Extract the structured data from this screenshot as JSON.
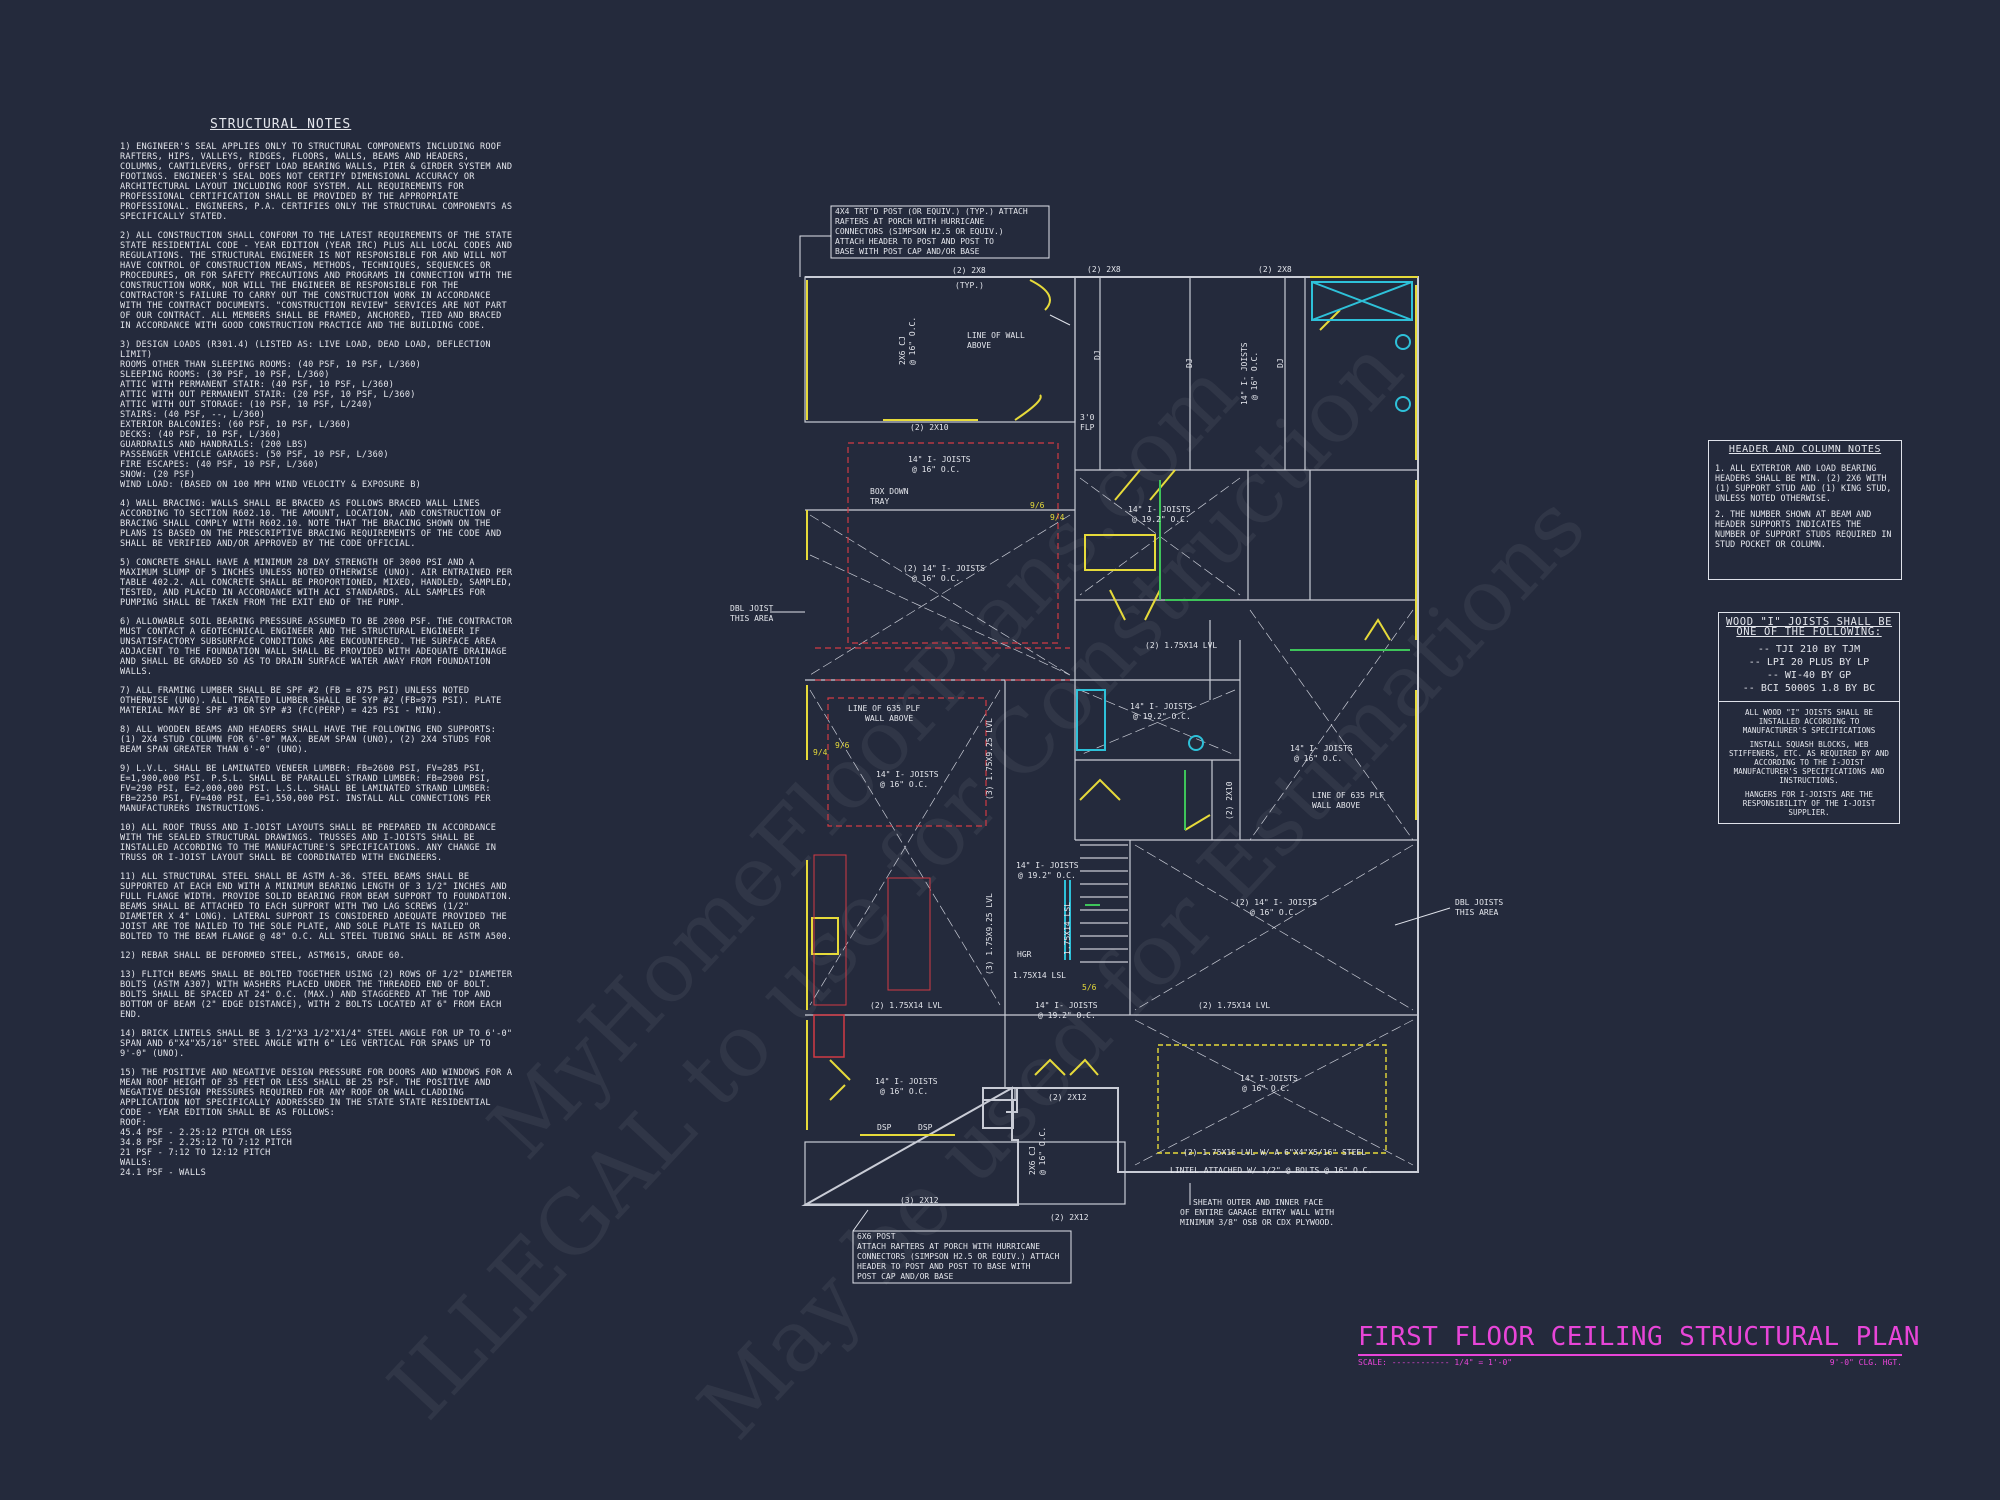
{
  "notes": {
    "heading": "STRUCTURAL NOTES",
    "items": [
      "1) ENGINEER'S SEAL APPLIES ONLY TO STRUCTURAL COMPONENTS INCLUDING ROOF RAFTERS, HIPS, VALLEYS, RIDGES, FLOORS, WALLS, BEAMS AND HEADERS, COLUMNS, CANTILEVERS, OFFSET LOAD BEARING WALLS, PIER & GIRDER SYSTEM AND FOOTINGS. ENGINEER'S SEAL DOES NOT CERTIFY DIMENSIONAL ACCURACY OR ARCHITECTURAL LAYOUT INCLUDING ROOF SYSTEM. ALL REQUIREMENTS FOR PROFESSIONAL CERTIFICATION SHALL BE PROVIDED BY THE APPROPRIATE PROFESSIONAL. ENGINEERS, P.A. CERTIFIES ONLY THE STRUCTURAL COMPONENTS AS SPECIFICALLY STATED.",
      "2) ALL CONSTRUCTION SHALL CONFORM TO THE LATEST REQUIREMENTS OF THE STATE STATE RESIDENTIAL CODE - YEAR EDITION (YEAR IRC) PLUS ALL LOCAL CODES AND REGULATIONS. THE STRUCTURAL ENGINEER IS NOT RESPONSIBLE FOR AND WILL NOT HAVE CONTROL OF CONSTRUCTION MEANS, METHODS, TECHNIQUES, SEQUENCES OR PROCEDURES, OR FOR SAFETY PRECAUTIONS AND PROGRAMS IN CONNECTION WITH THE CONSTRUCTION WORK, NOR WILL THE ENGINEER BE RESPONSIBLE FOR THE CONTRACTOR'S FAILURE TO CARRY OUT THE CONSTRUCTION WORK IN ACCORDANCE WITH THE CONTRACT DOCUMENTS. \"CONSTRUCTION REVIEW\" SERVICES ARE NOT PART OF OUR CONTRACT. ALL MEMBERS SHALL BE FRAMED, ANCHORED, TIED AND BRACED IN ACCORDANCE WITH GOOD CONSTRUCTION PRACTICE AND THE BUILDING CODE.",
      "3) DESIGN LOADS (R301.4) (LISTED AS: LIVE LOAD, DEAD LOAD, DEFLECTION LIMIT)\nROOMS OTHER THAN SLEEPING ROOMS: (40 PSF, 10 PSF, L/360)\nSLEEPING ROOMS: (30 PSF, 10 PSF, L/360)\nATTIC WITH PERMANENT STAIR: (40 PSF, 10 PSF, L/360)\nATTIC WITH OUT PERMANENT STAIR: (20 PSF, 10 PSF, L/360)\nATTIC WITH OUT STORAGE: (10 PSF, 10 PSF, L/240)\nSTAIRS: (40 PSF, --, L/360)\nEXTERIOR BALCONIES: (60 PSF, 10 PSF, L/360)\nDECKS: (40 PSF, 10 PSF, L/360)\nGUARDRAILS AND HANDRAILS: (200 LBS)\nPASSENGER VEHICLE GARAGES: (50 PSF, 10 PSF, L/360)\nFIRE ESCAPES: (40 PSF, 10 PSF, L/360)\nSNOW: (20 PSF)\nWIND LOAD: (BASED ON 100 MPH WIND VELOCITY & EXPOSURE B)",
      "4) WALL BRACING: WALLS SHALL BE BRACED AS FOLLOWS BRACED WALL LINES ACCORDING TO SECTION R602.10. THE AMOUNT, LOCATION, AND CONSTRUCTION OF BRACING SHALL COMPLY WITH R602.10. NOTE THAT THE BRACING SHOWN ON THE PLANS IS BASED ON THE PRESCRIPTIVE BRACING REQUIREMENTS OF THE CODE AND SHALL BE VERIFIED AND/OR APPROVED BY THE CODE OFFICIAL.",
      "5) CONCRETE SHALL HAVE A MINIMUM 28 DAY STRENGTH OF 3000 PSI AND A MAXIMUM SLUMP OF 5 INCHES UNLESS NOTED OTHERWISE (UNO). AIR ENTRAINED PER TABLE 402.2. ALL CONCRETE SHALL BE PROPORTIONED, MIXED, HANDLED, SAMPLED, TESTED, AND PLACED IN ACCORDANCE WITH ACI STANDARDS. ALL SAMPLES FOR PUMPING SHALL BE TAKEN FROM THE EXIT END OF THE PUMP.",
      "6) ALLOWABLE SOIL BEARING PRESSURE ASSUMED TO BE 2000 PSF. THE CONTRACTOR MUST CONTACT A GEOTECHNICAL ENGINEER AND THE STRUCTURAL ENGINEER IF UNSATISFACTORY SUBSURFACE CONDITIONS ARE ENCOUNTERED. THE SURFACE AREA ADJACENT TO THE FOUNDATION WALL SHALL BE PROVIDED WITH ADEQUATE DRAINAGE AND SHALL BE GRADED SO AS TO DRAIN SURFACE WATER AWAY FROM FOUNDATION WALLS.",
      "7) ALL FRAMING LUMBER SHALL BE SPF #2 (Fb = 875 PSI) UNLESS NOTED OTHERWISE (UNO). ALL TREATED LUMBER SHALL BE SYP #2 (Fb=975 PSI). PLATE MATERIAL MAY BE SPF #3 OR SYP #3 (Fc(perp) = 425 PSI - MIN).",
      "8) ALL WOODEN BEAMS AND HEADERS SHALL HAVE THE FOLLOWING END SUPPORTS: (1) 2x4 STUD COLUMN FOR 6'-0\" MAX. BEAM SPAN (UNO), (2) 2x4 STUDS FOR BEAM SPAN GREATER THAN 6'-0\" (UNO).",
      "9) L.V.L. SHALL BE LAMINATED VENEER LUMBER: Fb=2600 PSI, Fv=285 PSI, E=1,900,000 PSI. P.S.L. SHALL BE PARALLEL STRAND LUMBER: Fb=2900 PSI, Fv=290 PSI, E=2,000,000 PSI. L.S.L. SHALL BE LAMINATED STRAND LUMBER: Fb=2250 PSI, Fv=400 PSI, E=1,550,000 PSI. INSTALL ALL CONNECTIONS PER MANUFACTURERS INSTRUCTIONS.",
      "10) ALL ROOF TRUSS AND I-JOIST LAYOUTS SHALL BE PREPARED IN ACCORDANCE WITH THE SEALED STRUCTURAL DRAWINGS. TRUSSES AND I-JOISTS SHALL BE INSTALLED ACCORDING TO THE MANUFACTURE'S SPECIFICATIONS. ANY CHANGE IN TRUSS OR I-JOIST LAYOUT SHALL BE COORDINATED WITH ENGINEERS.",
      "11) ALL STRUCTURAL STEEL SHALL BE ASTM A-36. STEEL BEAMS SHALL BE SUPPORTED AT EACH END WITH A MINIMUM BEARING LENGTH OF 3 1/2\" INCHES AND FULL FLANGE WIDTH. PROVIDE SOLID BEARING FROM BEAM SUPPORT TO FOUNDATION. BEAMS SHALL BE ATTACHED TO EACH SUPPORT WITH TWO LAG SCREWS (1/2\" DIAMETER x 4\" LONG). LATERAL SUPPORT IS CONSIDERED ADEQUATE PROVIDED THE JOIST ARE TOE NAILED TO THE SOLE PLATE, AND SOLE PLATE IS NAILED OR BOLTED TO THE BEAM FLANGE @ 48\" O.C. ALL STEEL TUBING SHALL BE ASTM A500.",
      "12) REBAR SHALL BE DEFORMED STEEL, ASTM615, GRADE 60.",
      "13) FLITCH BEAMS SHALL BE BOLTED TOGETHER USING (2) ROWS OF 1/2\" DIAMETER BOLTS (ASTM A307) WITH WASHERS PLACED UNDER THE THREADED END OF BOLT. BOLTS SHALL BE SPACED AT 24\" O.C. (MAX.) AND STAGGERED AT THE TOP AND BOTTOM OF BEAM (2\" EDGE DISTANCE), WITH 2 BOLTS LOCATED AT 6\" FROM EACH END.",
      "14) BRICK LINTELS SHALL BE 3 1/2\"x3 1/2\"x1/4\" STEEL ANGLE FOR UP TO 6'-0\" SPAN AND 6\"x4\"x5/16\" STEEL ANGLE WITH 6\" LEG VERTICAL FOR SPANS UP TO 9'-0\" (UNO).",
      "15) THE POSITIVE AND NEGATIVE DESIGN PRESSURE FOR DOORS AND WINDOWS FOR A MEAN ROOF HEIGHT OF 35 FEET OR LESS SHALL BE 25 PSF. THE POSITIVE AND NEGATIVE DESIGN PRESSURES REQUIRED FOR ANY ROOF OR WALL CLADDING APPLICATION NOT SPECIFICALLY ADDRESSED IN THE STATE STATE RESIDENTIAL CODE - YEAR EDITION SHALL BE AS FOLLOWS:\nROOF:\n45.4 PSF - 2.25:12 PITCH OR LESS\n34.8 PSF - 2.25:12 TO 7:12 PITCH\n21 PSF - 7:12 TO 12:12 PITCH\nWALLS:\n24.1 PSF - WALLS"
    ]
  },
  "header_notes": {
    "heading": "HEADER AND COLUMN NOTES",
    "items": [
      "1. ALL EXTERIOR AND LOAD BEARING HEADERS SHALL BE MIN. (2) 2x6 WITH (1) SUPPORT STUD AND (1) KING STUD, UNLESS NOTED OTHERWISE.",
      "2. THE NUMBER SHOWN AT BEAM AND HEADER SUPPORTS INDICATES THE NUMBER OF SUPPORT STUDS REQUIRED IN STUD POCKET OR COLUMN."
    ]
  },
  "joist_notes": {
    "heading": "WOOD \"I\" JOISTS SHALL BE ONE OF THE FOLLOWING:",
    "options": [
      "-- TJI 210 BY TJM",
      "-- LPI 20 PLUS BY LP",
      "-- WI-40 BY GP",
      "-- BCI 5000s 1.8 BY BC"
    ],
    "sub": [
      "ALL WOOD \"I\" JOISTS SHALL BE INSTALLED ACCORDING TO MANUFACTURER'S SPECIFICATIONS",
      "INSTALL SQUASH BLOCKS, WEB STIFFENERS, ETC. AS REQUIRED BY AND ACCORDING TO THE I-JOIST MANUFACTURER'S SPECIFICATIONS AND INSTRUCTIONS.",
      "HANGERS FOR I-JOISTS ARE THE RESPONSIBILITY OF THE I-JOIST SUPPLIER."
    ]
  },
  "title": {
    "main": "FIRST FLOOR CEILING STRUCTURAL PLAN",
    "scale": "SCALE: ------------ 1/4\" = 1'-0\"",
    "height": "9'-0\" CLG. HGT."
  },
  "plan": {
    "callouts": {
      "porch_top": [
        "4x4 TRT'D POST (OR EQUIV.) (TYP.) ATTACH",
        "RAFTERS AT PORCH WITH HURRICANE",
        "CONNECTORS (SIMPSON H2.5 OR EQUIV.)",
        "ATTACH HEADER TO POST AND POST TO",
        "BASE WITH POST CAP AND/OR BASE"
      ],
      "porch_bottom": [
        "6x6 POST",
        "ATTACH RAFTERS AT PORCH WITH HURRICANE",
        "CONNECTORS (SIMPSON H2.5 OR EQUIV.) ATTACH",
        "HEADER TO POST AND POST TO BASE WITH",
        "POST CAP AND/OR BASE"
      ],
      "sheath": [
        "SHEATH OUTER AND INNER FACE",
        "OF ENTIRE GARAGE ENTRY WALL WITH",
        "MINIMUM 3/8\" OSB OR CDX PLYWOOD."
      ]
    },
    "labels": {
      "l2x8a": "(2) 2x8",
      "typ": "(TYP.)",
      "l2x8b": "(2) 2x8",
      "l2x8c": "(2) 2x8",
      "cj": "2x6 CJ",
      "cj_oc": "@ 16\" O.C.",
      "wall_above": [
        "LINE OF WALL",
        "ABOVE"
      ],
      "dj1": "DJ",
      "dj2": "DJ",
      "dj3": "DJ",
      "j14v": "14\" I- JOISTS",
      "j14v_oc": "@ 16\" O.C.",
      "l2x10": "(2) 2x10",
      "flp": "3'0",
      "flp2": "FLP",
      "j_a": "14\" I- JOISTS",
      "j_a_oc": "@ 16\" O.C.",
      "box": [
        "BOX DOWN",
        "TRAY"
      ],
      "j_b": "14\" I- JOISTS",
      "j_b_oc": "@ 19.2\" O.C.",
      "j_c": "(2) 14\" I- JOISTS",
      "j_c_oc": "@ 16\" O.C.",
      "dbl1": [
        "DBL JOIST",
        "THIS AREA"
      ],
      "lvl_a": "(2) 1.75x14 LVL",
      "line635a": [
        "LINE OF 635 PLF",
        "WALL ABOVE"
      ],
      "j_d": "14\" I- JOISTS",
      "j_d_oc": "@ 16\" O.C.",
      "lvl_v1": "(3) 1.75x9.25 LVL",
      "j_e": "14\" I- JOISTS",
      "j_e_oc": "@ 19.2\" O.C.",
      "j_f": "14\" I- JOISTS",
      "j_f_oc": "@ 16\" O.C.",
      "line635b": [
        "LINE OF 635 PLF",
        "WALL ABOVE"
      ],
      "l2x10v": "(2) 2x10",
      "j_g": "14\" I- JOISTS",
      "j_g_oc": "@ 19.2\" O.C.",
      "j_h": "(2) 14\" I- JOISTS",
      "j_h_oc": "@ 16\" O.C.",
      "dbl2": [
        "DBL JOISTS",
        "THIS AREA"
      ],
      "lvl_v2": "(3) 1.75x9.25 LVL",
      "hgr": "HGR",
      "lsl": "1.75x14 LSL",
      "lsl_v": "1.75x14 LSL",
      "lvl_b": "(2) 1.75x14 LVL",
      "lvl_c": "(2) 1.75x14 LVL",
      "j_i": "14\" I- JOISTS",
      "j_i_oc": "@ 19.2\" O.C.",
      "j_j": "14\" I- JOISTS",
      "j_j_oc": "@ 16\" O.C.",
      "j_k": "14\" I-JOISTS",
      "j_k_oc": "@ 16\" O.C.",
      "l2x12a": "(2) 2x12",
      "cj2": "2x6 CJ",
      "cj2_oc": "@ 16\" O.C.",
      "l3x12": "(3) 2x12",
      "l2x12b": "(2) 2x12",
      "lvl_steel": "(2) 1.75x16 LVL w/ A 6\"x4\"x5/16\" STEEL",
      "lintel": "LINTEL ATTACHED w/ 1/2\" @ BOLTS @ 16\" O.C.",
      "dsp1": "DSP",
      "dsp2": "DSP",
      "h94": "9/4",
      "h94b": "9/4",
      "h96": "9/6",
      "h96b": "9/6",
      "h5b": "5/6"
    }
  },
  "watermarks": [
    "ILLEGAL to use for Construction",
    "MyHomeFloorPlans.com",
    "May be used for Estimations"
  ]
}
